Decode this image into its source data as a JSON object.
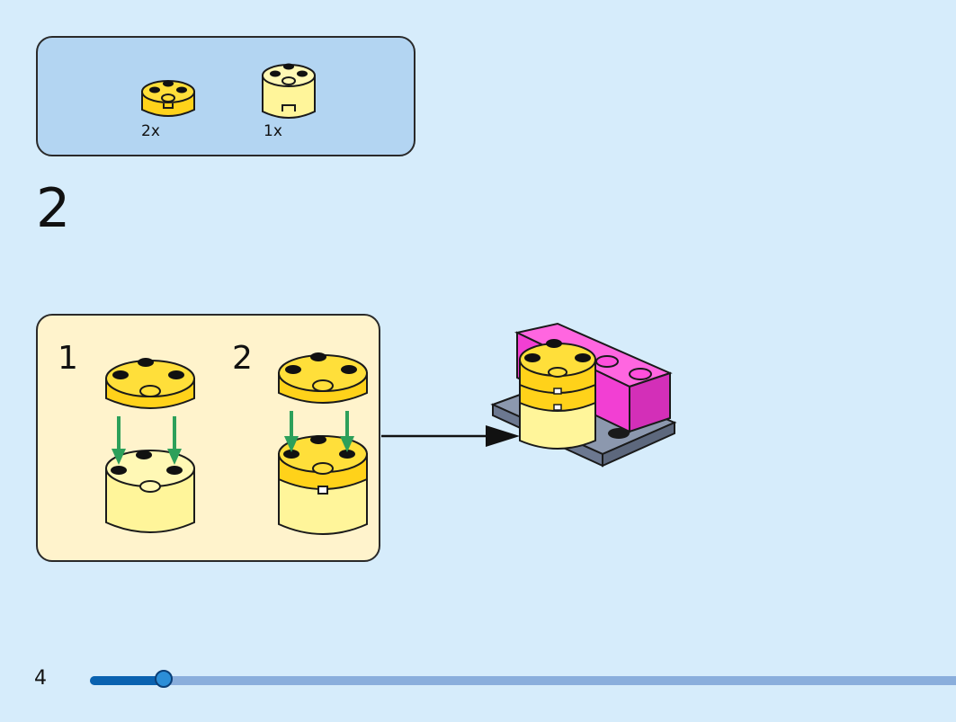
{
  "parts": {
    "items": [
      {
        "icon": "round-brick-bright-yellow-icon",
        "qty": "2x"
      },
      {
        "icon": "round-brick-light-yellow-icon",
        "qty": "1x"
      }
    ]
  },
  "step": {
    "number": "2"
  },
  "substeps": [
    {
      "number": "1"
    },
    {
      "number": "2"
    }
  ],
  "page": {
    "number": "4"
  },
  "progress": {
    "fraction": 0.085
  },
  "colors": {
    "background": "#d6ecfb",
    "parts_panel": "#b3d5f2",
    "substep_panel": "#fff3cc",
    "brick_yellow": "#ffd21a",
    "brick_light_yellow": "#fff59a",
    "brick_magenta": "#f23fd3",
    "plate_gray": "#7f8da5",
    "arrow_green": "#2da05a",
    "progress_fill": "#0a62b0",
    "progress_track": "#8aaedc"
  }
}
